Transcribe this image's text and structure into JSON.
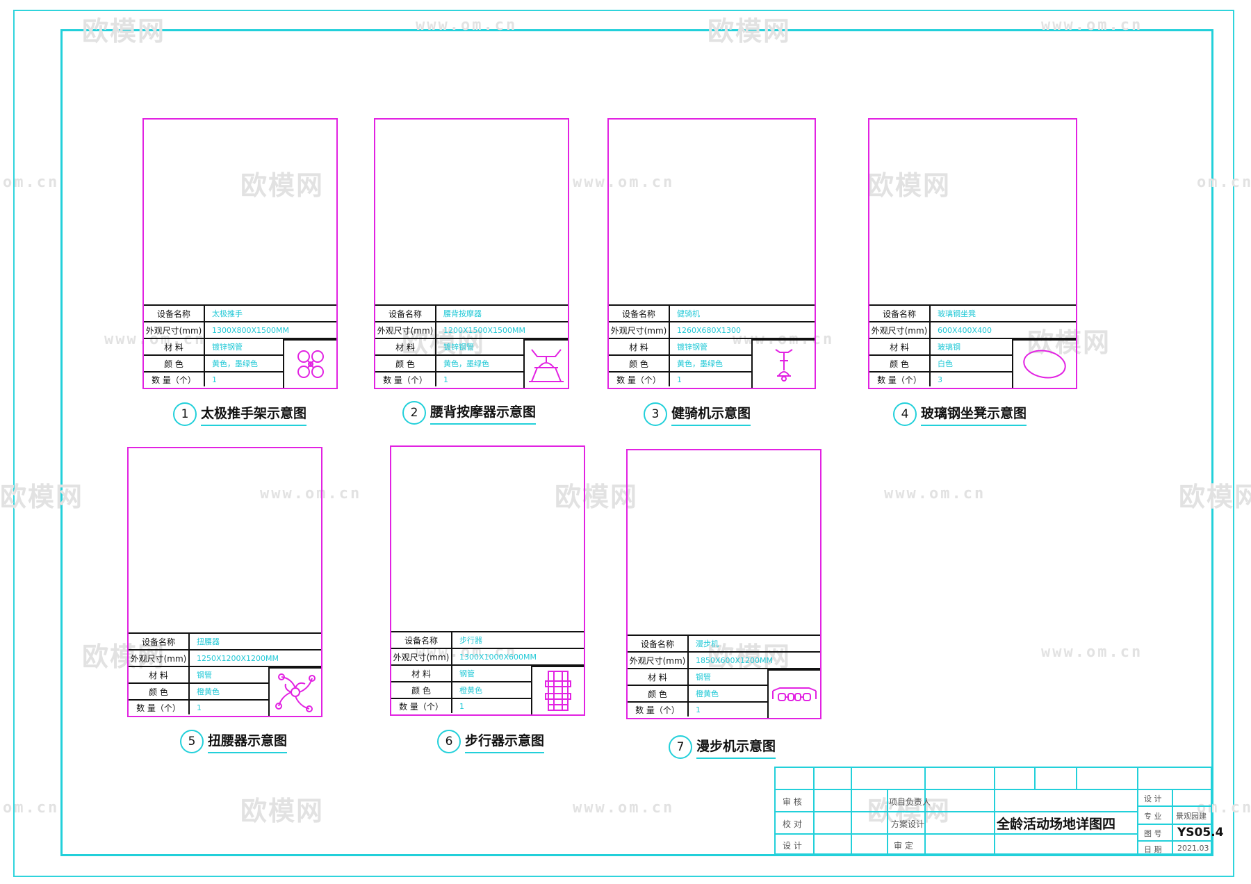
{
  "watermark": {
    "logo": "欧模网",
    "url": "www.om.cn",
    "url_short": "om.cn"
  },
  "rows": {
    "name": "设备名称",
    "size": "外观尺寸(mm)",
    "material": "材 料",
    "color": "颜 色",
    "qty": "数 量（个）"
  },
  "cards": [
    {
      "num": "1",
      "caption": "太极推手架示意图",
      "name": "太极推手",
      "size": "1300X800X1500MM",
      "material": "镀锌钢管",
      "color": "黄色，墨绿色",
      "qty": "1"
    },
    {
      "num": "2",
      "caption": "腰背按摩器示意图",
      "name": "腰背按摩器",
      "size": "1200X1500X1500MM",
      "material": "镀锌钢管",
      "color": "黄色，墨绿色",
      "qty": "1"
    },
    {
      "num": "3",
      "caption": "健骑机示意图",
      "name": "健骑机",
      "size": "1260X680X1300",
      "material": "镀锌钢管",
      "color": "黄色，墨绿色",
      "qty": "1"
    },
    {
      "num": "4",
      "caption": "玻璃钢坐凳示意图",
      "name": "玻璃钢坐凳",
      "size": "600X400X400",
      "material": "玻璃钢",
      "color": "白色",
      "qty": "3"
    },
    {
      "num": "5",
      "caption": "扭腰器示意图",
      "name": "扭腰器",
      "size": "1250X1200X1200MM",
      "material": "钢管",
      "color": "橙黄色",
      "qty": "1"
    },
    {
      "num": "6",
      "caption": "步行器示意图",
      "name": "步行器",
      "size": "1300X1000X600MM",
      "material": "钢管",
      "color": "橙黄色",
      "qty": "1"
    },
    {
      "num": "7",
      "caption": "漫步机示意图",
      "name": "漫步机",
      "size": "1850X600X1200MM",
      "material": "钢管",
      "color": "橙黄色",
      "qty": "1"
    }
  ],
  "titleblock": {
    "review": "审 核",
    "check": "校 对",
    "design": "设 计",
    "project": "项目负责人",
    "scheme": "方案设计",
    "approve": "审 定",
    "title": "全龄活动场地详图四",
    "r1": "设 计",
    "r2": "专 业",
    "r3": "景观园建",
    "r4": "图 号",
    "r5": "YS05.4",
    "r6": "日 期",
    "r7": "2021.03"
  }
}
